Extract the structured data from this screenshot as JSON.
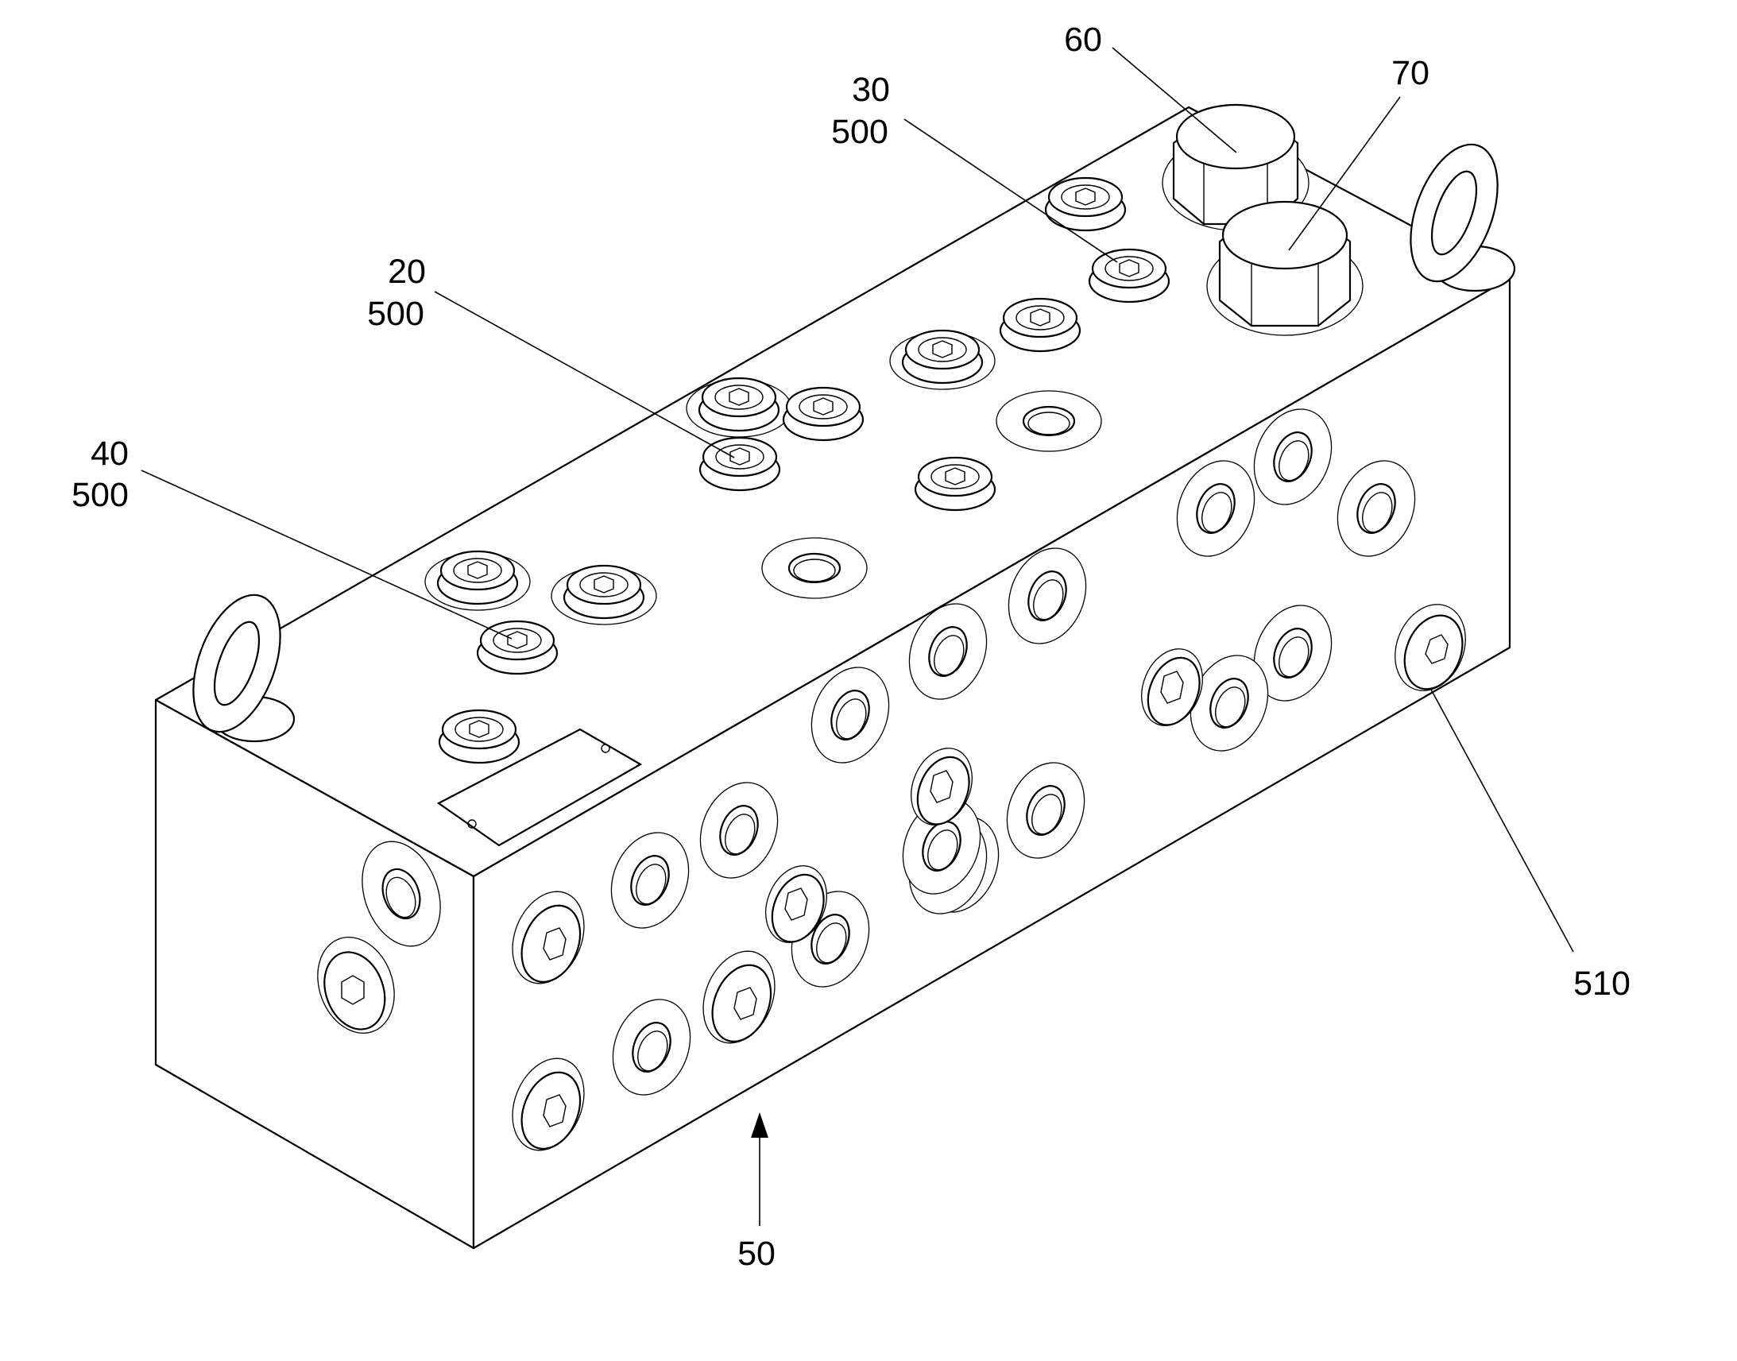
{
  "labels": {
    "ref_20": "20",
    "ref_20_sub": "500",
    "ref_30": "30",
    "ref_30_sub": "500",
    "ref_40": "40",
    "ref_40_sub": "500",
    "ref_50": "50",
    "ref_60": "60",
    "ref_70": "70",
    "ref_510": "510"
  },
  "colors": {
    "line": "#000000",
    "background": "#ffffff"
  }
}
